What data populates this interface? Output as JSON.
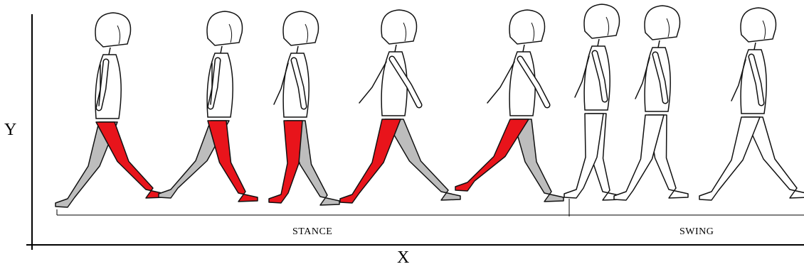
{
  "axes": {
    "y_label": "Y",
    "x_label": "X"
  },
  "phases": {
    "stance_label": "STANCE",
    "swing_label": "SWING"
  },
  "colors": {
    "highlight_leg": "#e8141b",
    "other_leg": "#bdbdbd",
    "outline": "#111111",
    "background": "#ffffff"
  },
  "figures": [
    {
      "phase": "stance",
      "highlighted": true
    },
    {
      "phase": "stance",
      "highlighted": true
    },
    {
      "phase": "stance",
      "highlighted": true
    },
    {
      "phase": "stance",
      "highlighted": true
    },
    {
      "phase": "stance",
      "highlighted": true
    },
    {
      "phase": "swing",
      "highlighted": false
    },
    {
      "phase": "swing",
      "highlighted": false
    },
    {
      "phase": "swing",
      "highlighted": false
    }
  ]
}
